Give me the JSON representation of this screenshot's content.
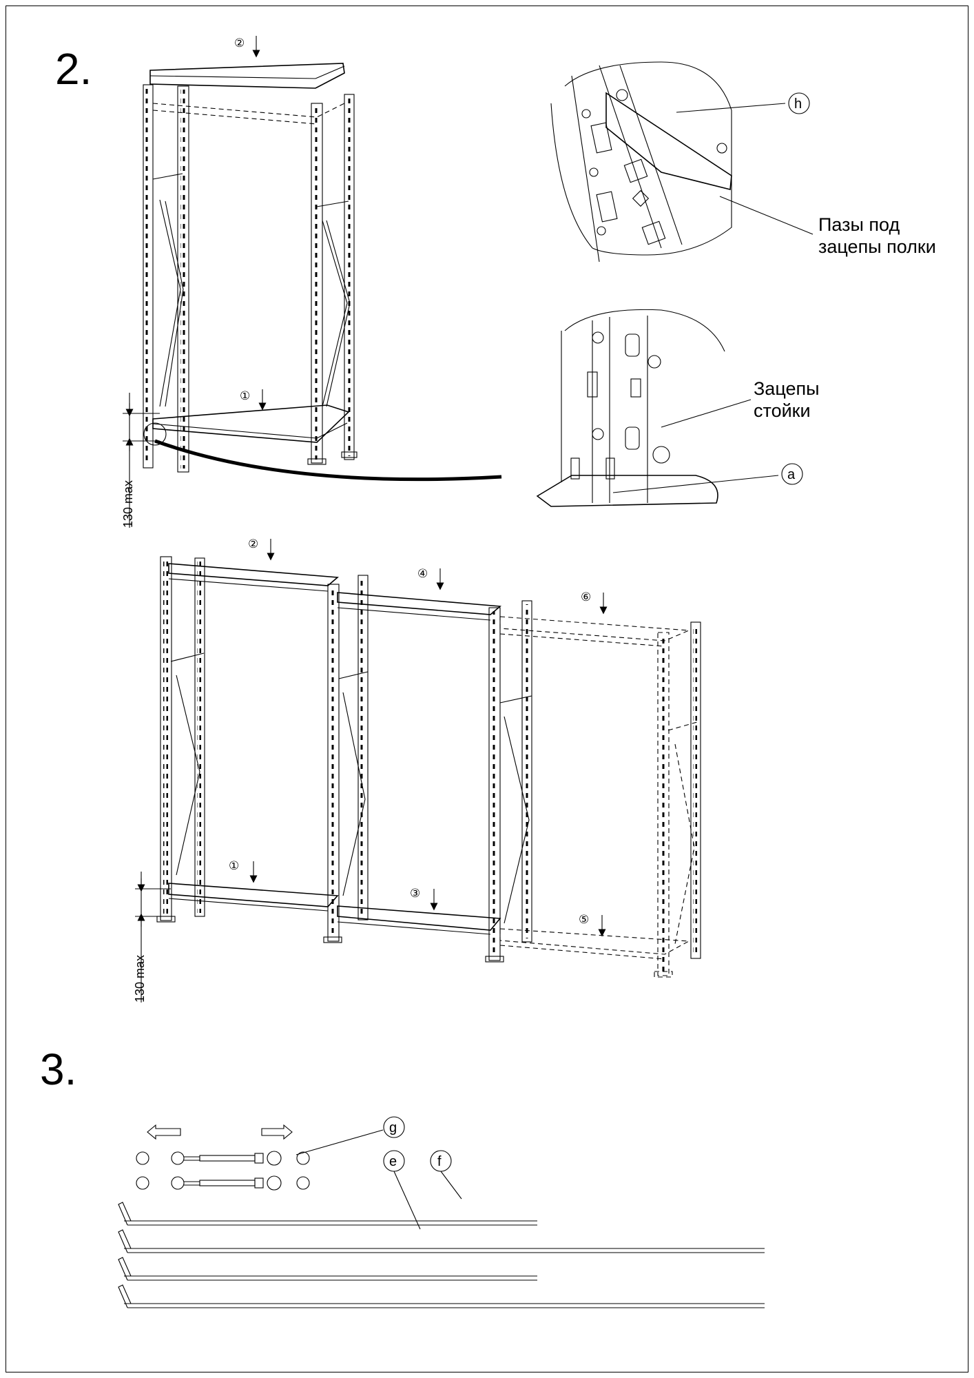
{
  "steps": {
    "step2": "2.",
    "step3": "3."
  },
  "labels": {
    "hook_slots": "Пазы под\nзацепы полки",
    "post_hooks": "Зацепы\nстойки",
    "dim_top": "130 max",
    "dim_bottom": "130 max"
  },
  "callouts": {
    "h": "h",
    "a": "a",
    "g": "g",
    "e": "e",
    "f": "f"
  },
  "shelf_numbers": {
    "top_unit": [
      "②",
      "①"
    ],
    "row": [
      "②",
      "④",
      "⑥",
      "①",
      "③",
      "⑤"
    ]
  }
}
